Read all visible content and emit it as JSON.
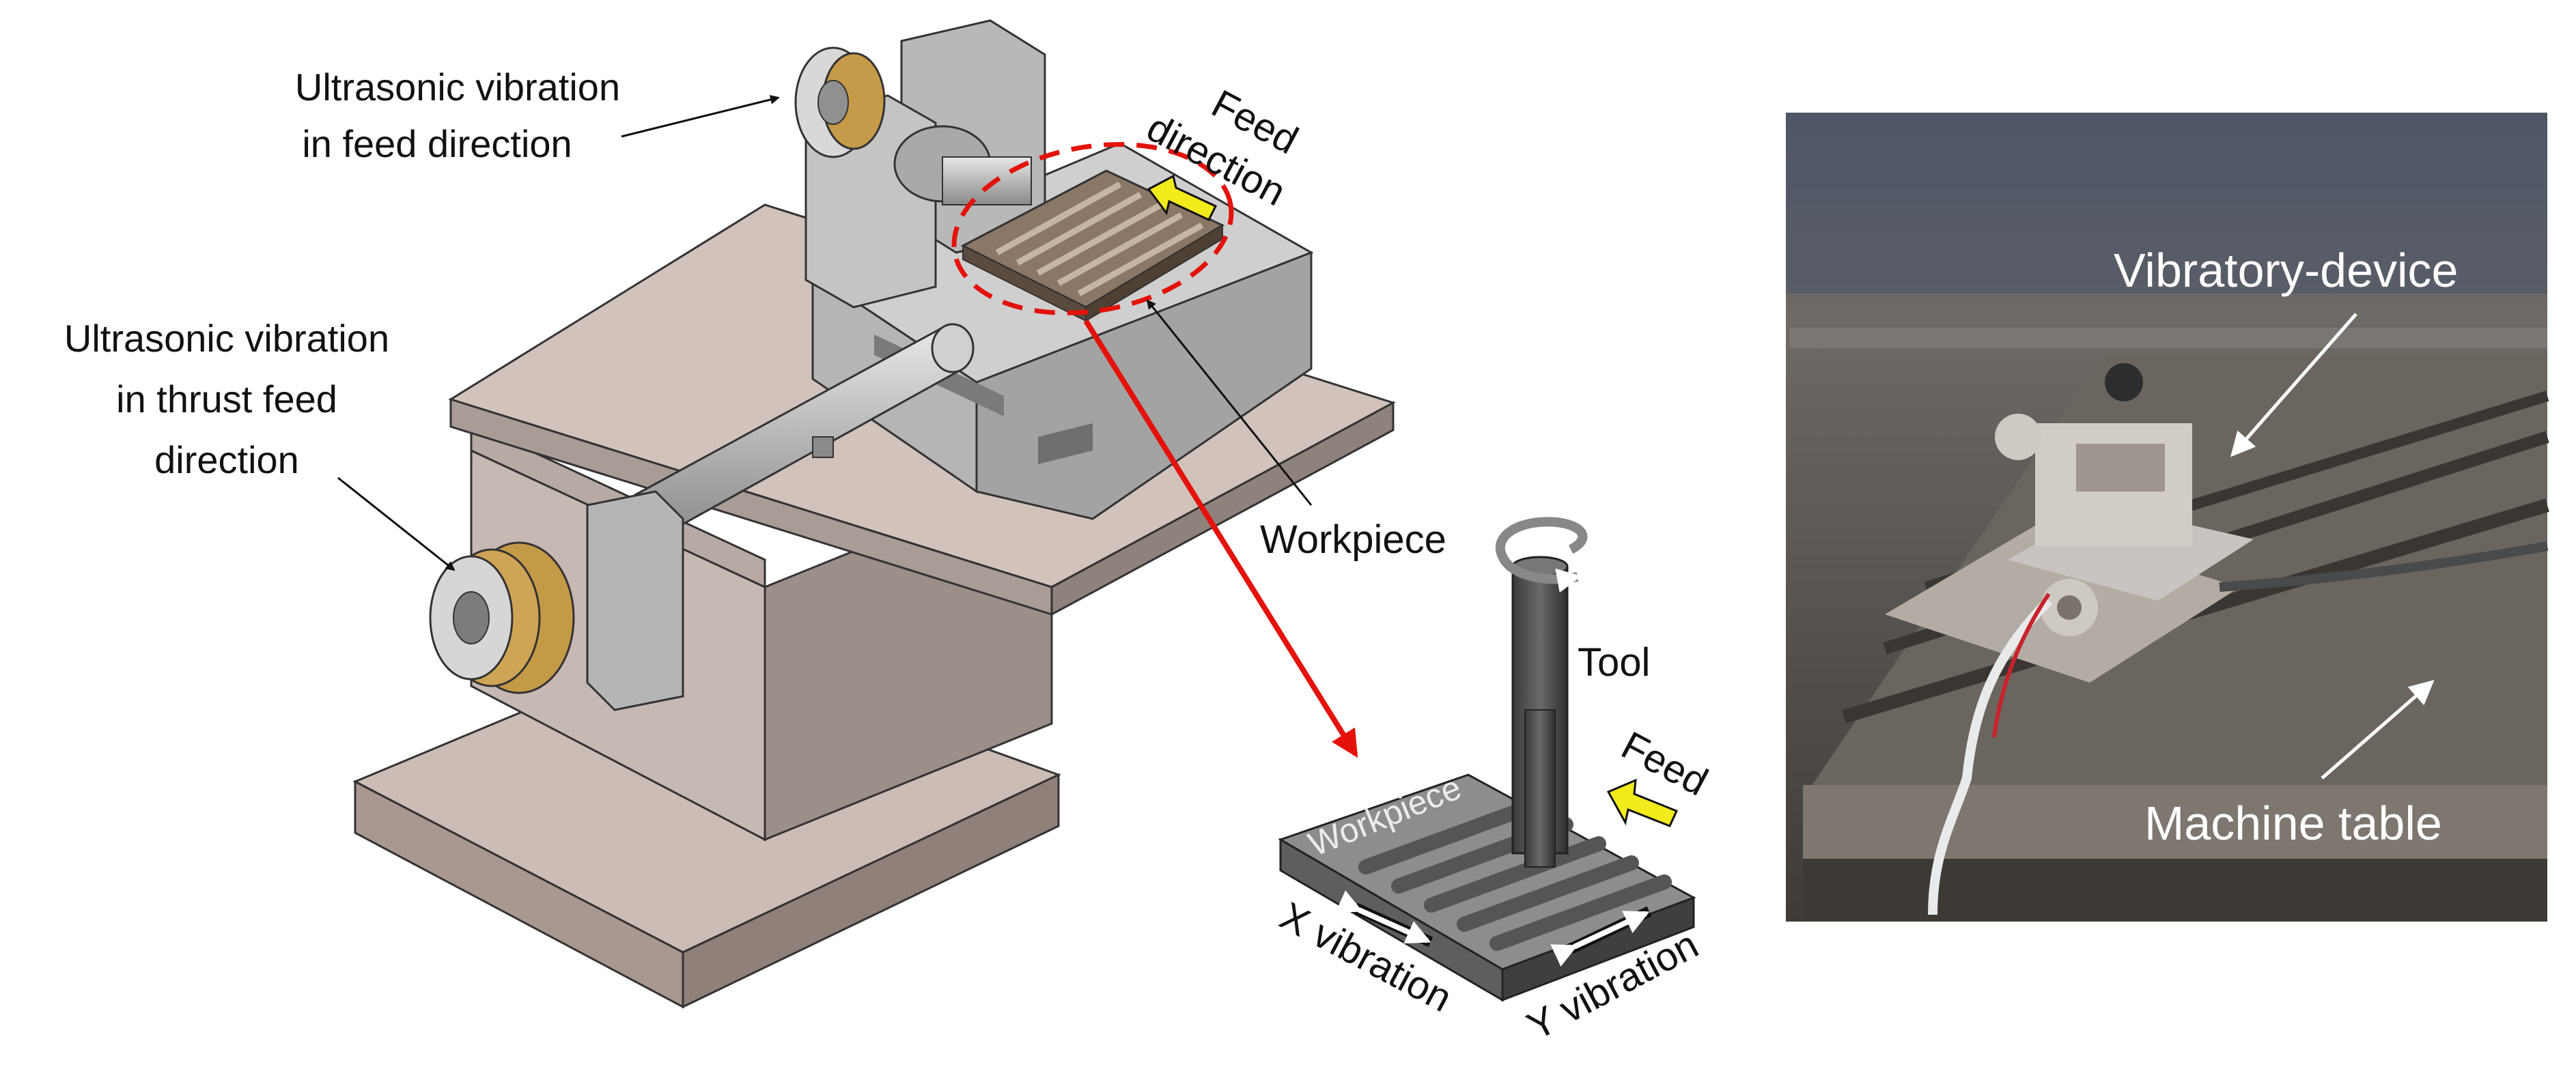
{
  "labels": {
    "vib_feed_1": "Ultrasonic vibration",
    "vib_feed_2": "in feed direction",
    "vib_thrust_1": "Ultrasonic vibration",
    "vib_thrust_2": "in thrust feed",
    "vib_thrust_3": "direction",
    "feed_dir_1": "Feed",
    "feed_dir_2": "direction",
    "workpiece": "Workpiece",
    "tool": "Tool",
    "feed": "Feed",
    "workpiece_on_part": "Workpiece",
    "x_vibration": "X vibration",
    "y_vibration": "Y vibration",
    "vibratory_device": "Vibratory-device",
    "machine_table": "Machine table"
  },
  "colors": {
    "highlight_red": "#e3120b",
    "feed_arrow_yellow": "#f2ea1a",
    "base_plate": "#c8bab3",
    "metal_block": "#c9c9c9",
    "workpiece_brown": "#7a6858",
    "photo_background": "#5a5650"
  }
}
